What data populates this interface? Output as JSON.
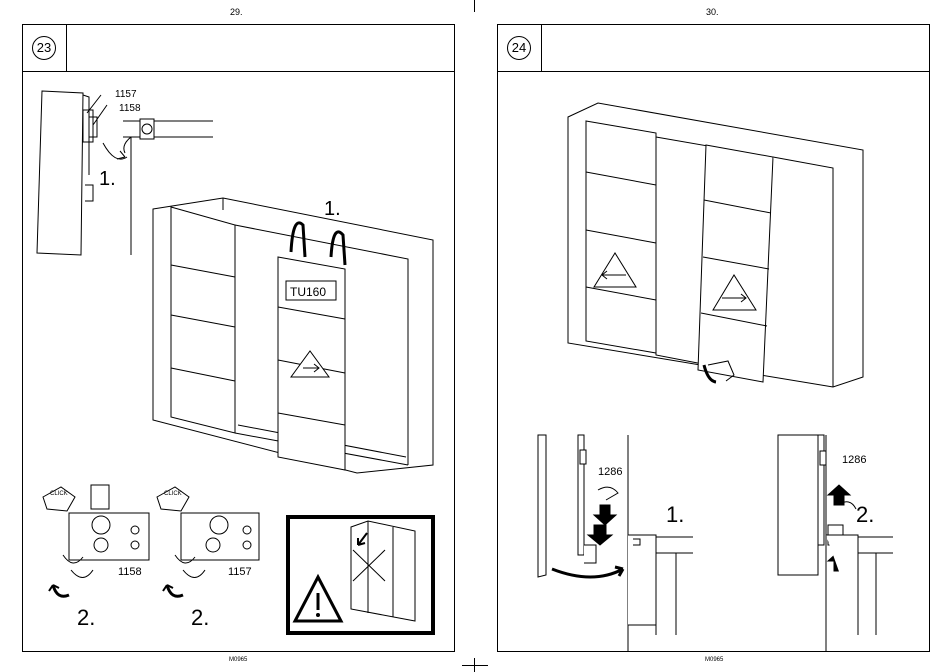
{
  "pages": [
    {
      "number": "29.",
      "step": "23",
      "labels": {
        "part_a": "1157",
        "part_b": "1158",
        "step1": "1.",
        "step1_top": "1.",
        "tu": "TU160",
        "click_left": "CLICK",
        "click_right": "CLICK",
        "part_left": "1158",
        "part_right": "1157",
        "step2_left": "2.",
        "step2_right": "2."
      },
      "footer_code": "M0965"
    },
    {
      "number": "30.",
      "step": "24",
      "labels": {
        "part_left": "1286",
        "step_left": "1.",
        "part_right": "1286",
        "step_right": "2."
      },
      "footer_code": "M0965"
    }
  ]
}
